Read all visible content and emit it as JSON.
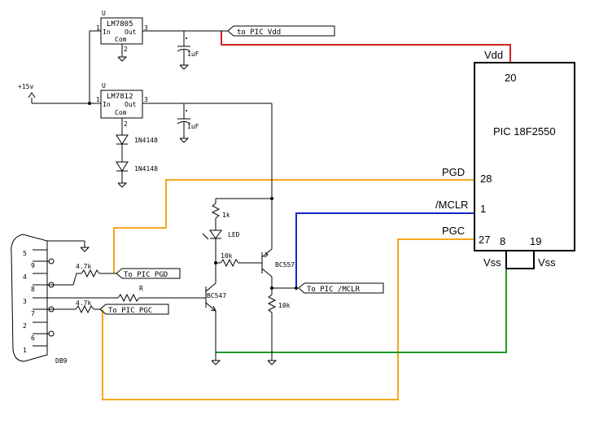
{
  "labels": {
    "reg1_u": "U",
    "reg1_name": "LM7805",
    "reg1_in": "In",
    "reg1_out": "Out",
    "reg1_com": "Com",
    "reg1_pin1": "1",
    "reg1_pin2": "2",
    "reg1_pin3": "3",
    "reg2_u": "U",
    "reg2_name": "LM7812",
    "reg2_in": "In",
    "reg2_out": "Out",
    "reg2_com": "Com",
    "reg2_pin1": "1",
    "reg2_pin2": "2",
    "reg2_pin3": "3",
    "cap1": "1uF",
    "cap2": "1uF",
    "supply": "+15v",
    "diode1": "1N4148",
    "diode2": "1N4148",
    "to_vdd": "to PIC Vdd",
    "to_pgd": "To PIC PGD",
    "to_pgc": "To PIC PGC",
    "to_mclr": "To PIC /MCLR",
    "r_1k": "1k",
    "led": "LED",
    "r_10k_base": "10k",
    "r_10k_emit": "10k",
    "q1": "BC557",
    "q2": "BC547",
    "r_r": "R",
    "r_47k_a": "4.7k",
    "r_47k_b": "4.7k",
    "db9": "DB9",
    "db9_pins": [
      "5",
      "9",
      "4",
      "8",
      "3",
      "7",
      "2",
      "6",
      "1"
    ]
  },
  "pic": {
    "name": "PIC 18F2550",
    "vdd": "Vdd",
    "pin20": "20",
    "pgd": "PGD",
    "pin28": "28",
    "mclr": "/MCLR",
    "pin1": "1",
    "pgc": "PGC",
    "pin27": "27",
    "pin8": "8",
    "pin19": "19",
    "vss1": "Vss",
    "vss2": "Vss"
  },
  "colors": {
    "vdd": "#d42020",
    "pgd": "#f2a81d",
    "mclr": "#1a22c8",
    "gnd": "#1d9a2a"
  }
}
